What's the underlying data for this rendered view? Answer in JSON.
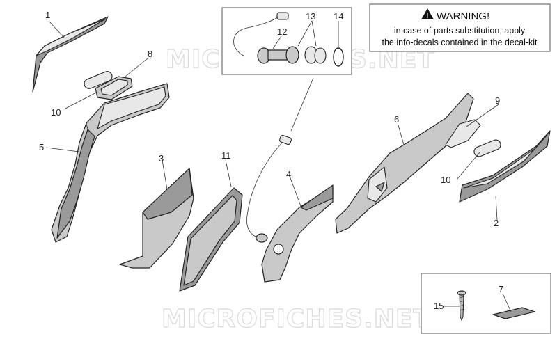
{
  "watermark": "MICROFICHES.NET",
  "warning": {
    "title": "WARNING!",
    "line1": "in case of parts substitution, apply",
    "line2": "the info-decals contained in the decal-kit"
  },
  "callouts": {
    "p1": "1",
    "p2": "2",
    "p3": "3",
    "p4": "4",
    "p5": "5",
    "p6": "6",
    "p7": "7",
    "p8": "8",
    "p9": "9",
    "p10a": "10",
    "p10b": "10",
    "p11": "11",
    "p12": "12",
    "p13": "13",
    "p14": "14",
    "p15": "15"
  },
  "colors": {
    "part_fill": "#c9c9c9",
    "outline": "#222222",
    "watermark": "#d9d9d9"
  }
}
